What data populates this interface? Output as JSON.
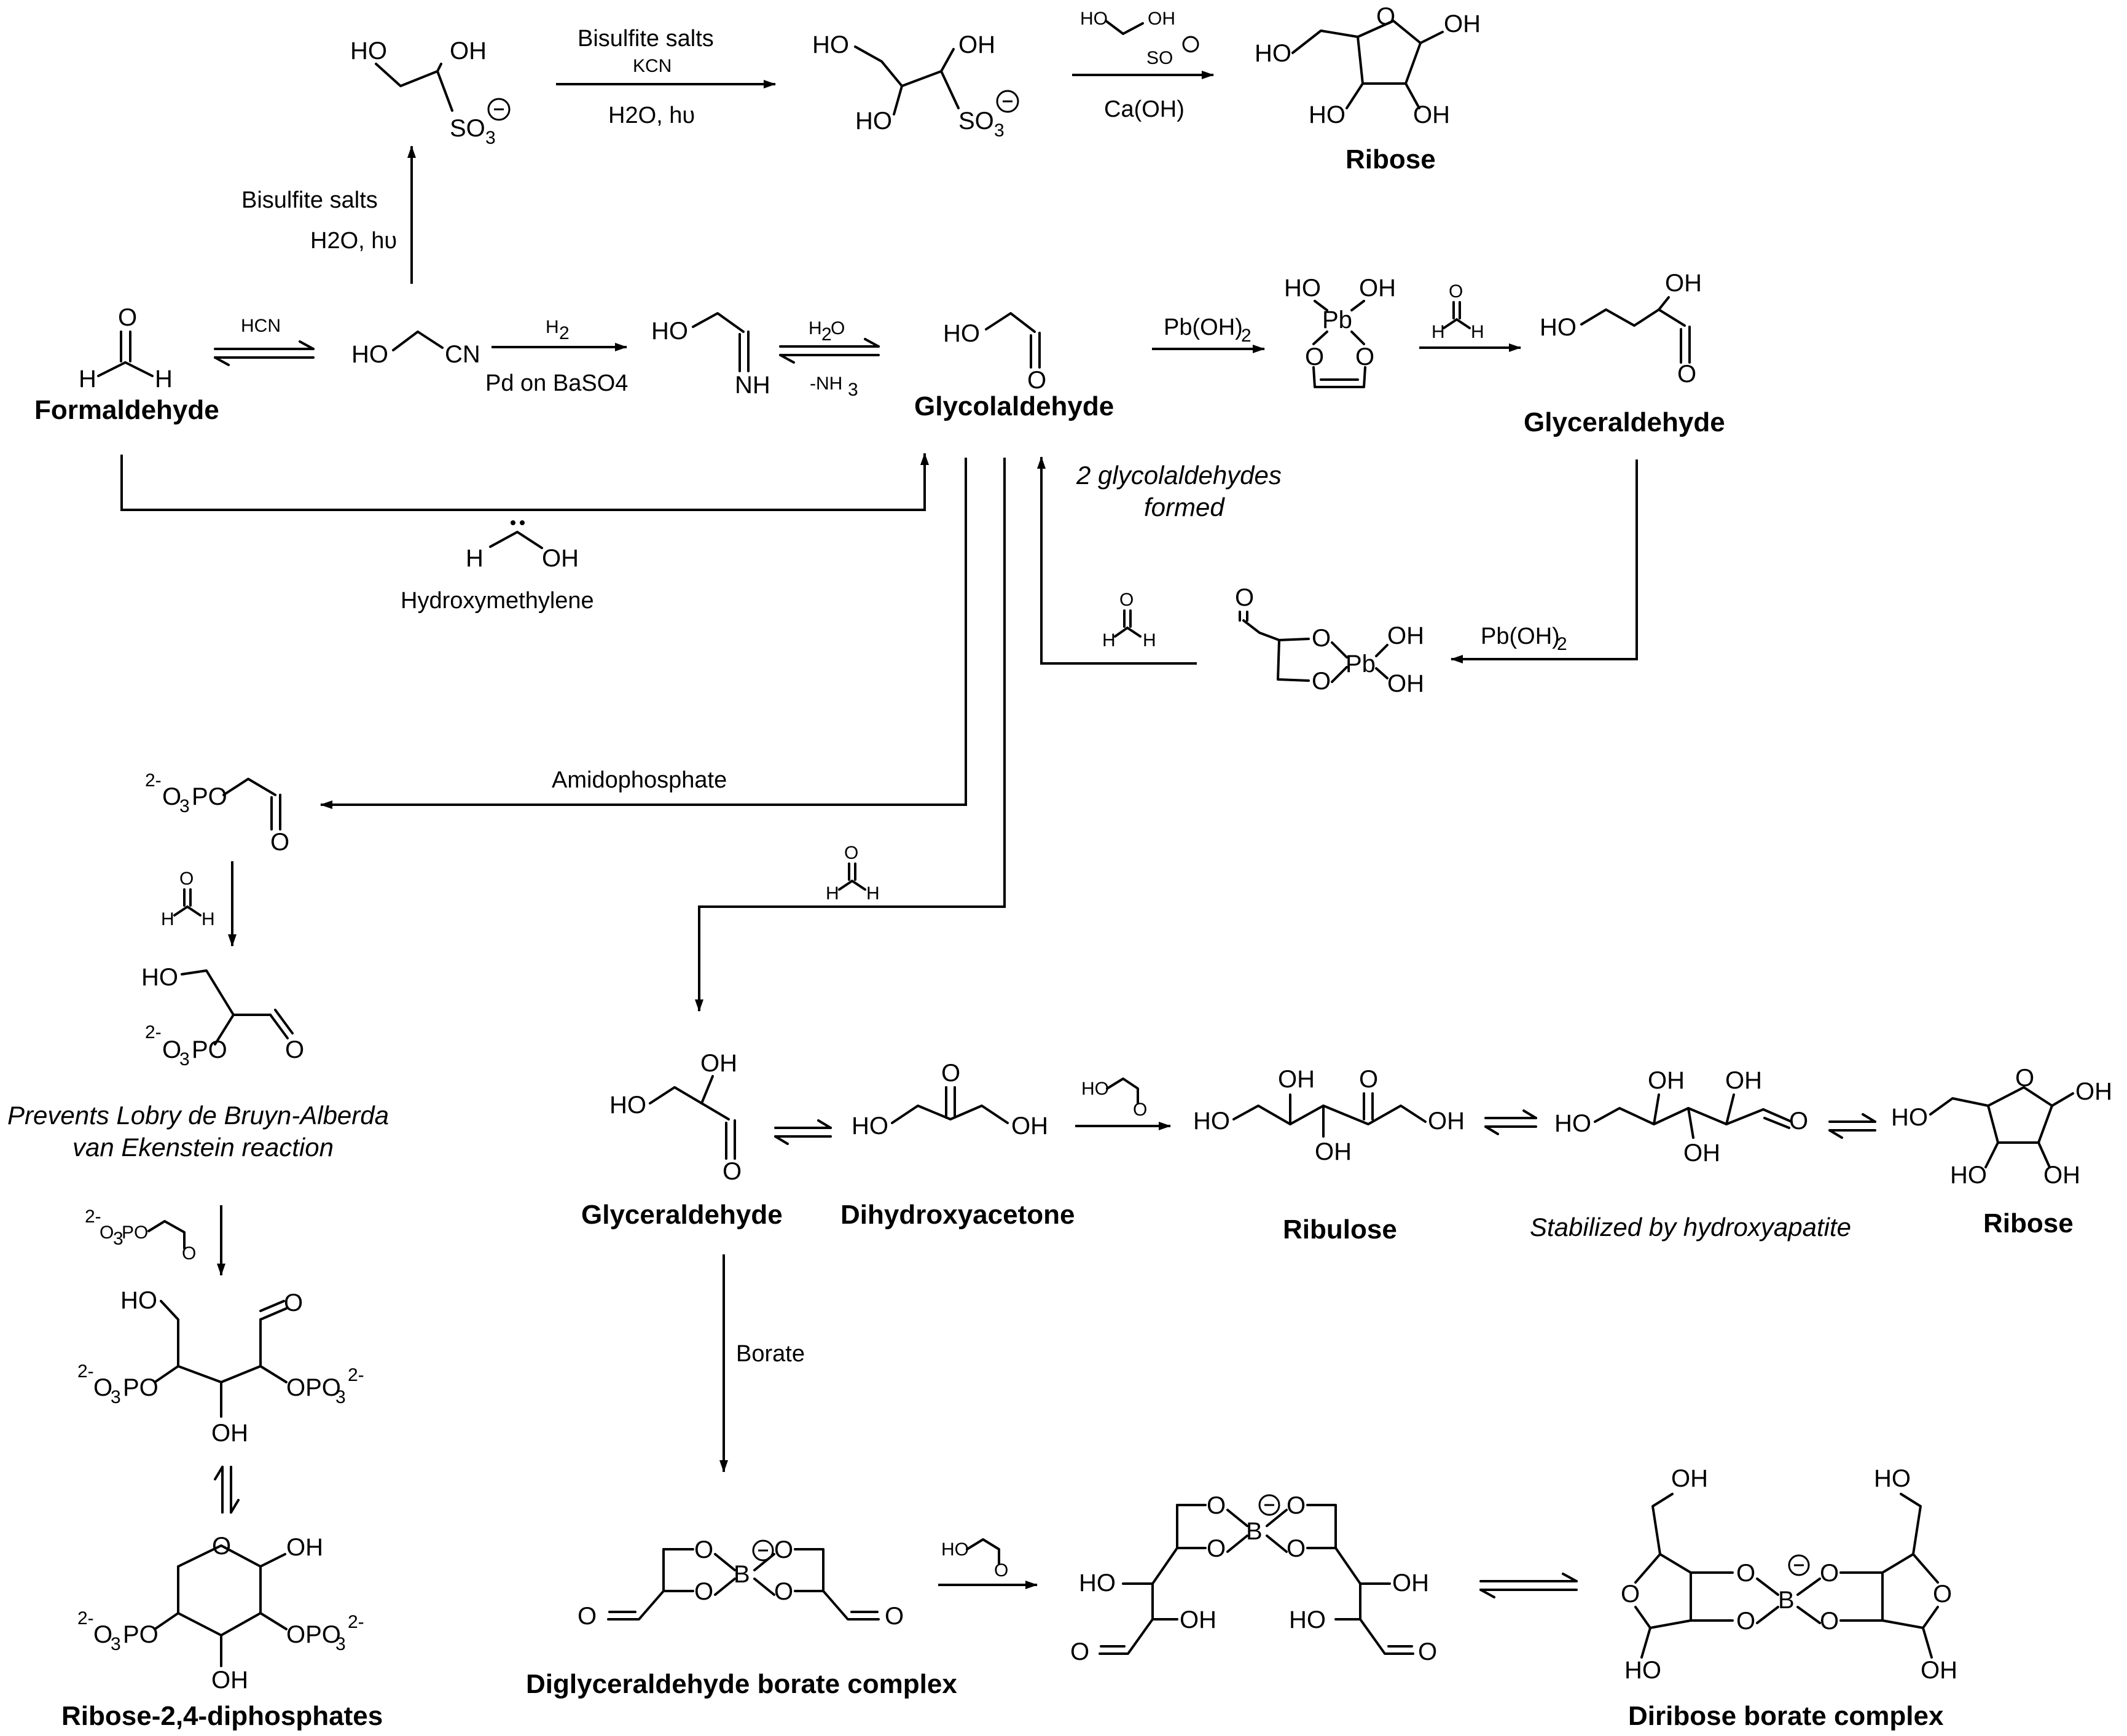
{
  "labels": {
    "formaldehyde": "Formaldehyde",
    "glycolaldehyde": "Glycolaldehyde",
    "glyceraldehyde_top": "Glyceraldehyde",
    "ribose_top": "Ribose",
    "hydroxymethylene": "Hydroxymethylene",
    "two_glycol": "2 glycolaldehydes",
    "formed": "formed",
    "glyceraldehyde_mid": "Glyceraldehyde",
    "dihydroxyacetone": "Dihydroxyacetone",
    "ribulose": "Ribulose",
    "stabilized": "Stabilized by hydroxyapatite",
    "ribose_mid": "Ribose",
    "prevents1": "Prevents Lobry de Bruyn-Alberda",
    "prevents2": "van Ekenstein reaction",
    "ribose_diphosphates": "Ribose-2,4-diphosphates",
    "diglyceraldehyde_borate": "Diglyceraldehyde borate complex",
    "diribose_borate": "Diribose borate complex"
  },
  "conditions": {
    "bisulfite_salts": "Bisulfite salts",
    "kcn": "KCN",
    "hcn": "HCN",
    "h2": "H",
    "pd_baso4": "Pd on BaSO4",
    "h2o": "H",
    "minus_nh3": "-NH",
    "pb_oh2": "Pb(OH)",
    "ca_oh2": "Ca(OH)",
    "amidophosphate": "Amidophosphate",
    "borate": "Borate",
    "h_nu": "H2O, hυ"
  },
  "atoms": {
    "HO": "HO",
    "OH": "OH",
    "O": "O",
    "H": "H",
    "CN": "CN",
    "NH": "NH",
    "Pb": "Pb",
    "B": "B",
    "SO3": "SO",
    "PO": "PO",
    "O3PO": "O",
    "OPO3": "OPO",
    "charge_2minus": "2-",
    "sub3": "3",
    "sub2": "2"
  }
}
